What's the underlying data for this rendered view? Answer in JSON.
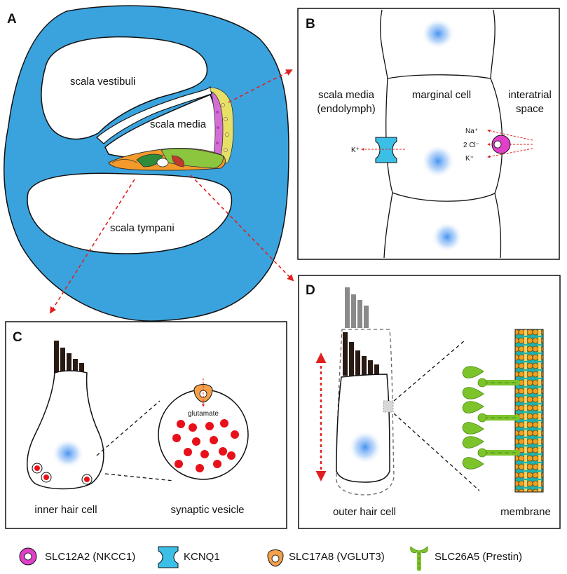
{
  "panels": {
    "a": {
      "letter": "A",
      "scala_vestibuli": "scala vestibuli",
      "scala_media": "scala media",
      "scala_tympani": "scala tympani"
    },
    "b": {
      "letter": "B",
      "left_line1": "scala media",
      "left_line2": "(endolymph)",
      "center": "marginal cell",
      "right_line1": "interatrial",
      "right_line2": "space",
      "ion_k_left": "K⁺",
      "ion_na": "Na⁺",
      "ion_cl": "2 Cl⁻",
      "ion_k_right": "K⁺"
    },
    "c": {
      "letter": "C",
      "cell_label": "inner hair cell",
      "vesicle_label": "synaptic vesicle",
      "glutamate": "glutamate"
    },
    "d": {
      "letter": "D",
      "cell_label": "outer hair cell",
      "membrane_label": "membrane"
    }
  },
  "legend": [
    {
      "label": "SLC12A2 (NKCC1)",
      "icon": "nkcc1-icon",
      "color": "#e040c8"
    },
    {
      "label": "KCNQ1",
      "icon": "kcnq1-icon",
      "color": "#3cbfe6"
    },
    {
      "label": "SLC17A8 (VGLUT3)",
      "icon": "vglut3-icon",
      "color": "#f4a04a"
    },
    {
      "label": "SLC26A5 (Prestin)",
      "icon": "prestin-icon",
      "color": "#7cc42a"
    }
  ],
  "colors": {
    "cochlea_blue": "#3aa3dd",
    "arrow_red": "#e02020",
    "glutamate_red": "#e8101a",
    "hair_bundle": "#2a1a14"
  }
}
